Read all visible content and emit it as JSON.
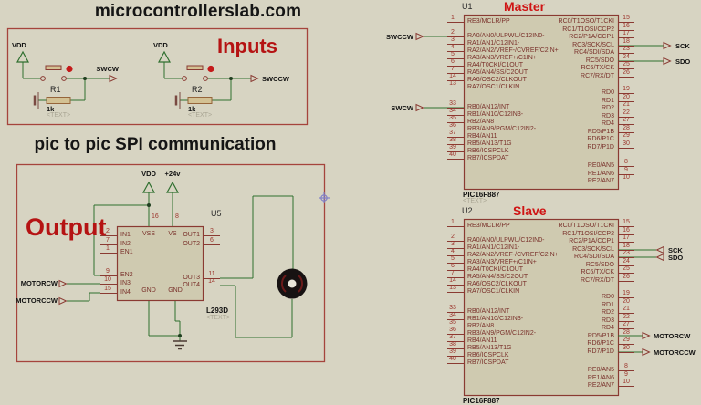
{
  "header": {
    "site_title": "microcontrollerslab.com",
    "section_title": "pic to pic SPI communication"
  },
  "inputs_box": {
    "title": "Inputs",
    "switches": [
      {
        "power": "VDD",
        "terminal": "SWCW",
        "ref": "R1",
        "value": "1k",
        "placeholder": "<TEXT>"
      },
      {
        "power": "VDD",
        "terminal": "SWCCW",
        "ref": "R2",
        "value": "1k",
        "placeholder": "<TEXT>"
      }
    ]
  },
  "output_box": {
    "title": "Output",
    "terminals": [
      {
        "label": "MOTORCW"
      },
      {
        "label": "MOTORCCW"
      }
    ],
    "driver": {
      "ref": "U5",
      "part": "L293D",
      "placeholder": "<TEXT>",
      "top_pins": [
        {
          "num": "16",
          "name": "VSS",
          "power": "VDD"
        },
        {
          "num": "8",
          "name": "VS",
          "power": "+24v"
        }
      ],
      "left_pins": [
        {
          "num": "2",
          "name": "IN1"
        },
        {
          "num": "7",
          "name": "IN2"
        },
        {
          "num": "1",
          "name": "EN1"
        },
        {
          "num": "9",
          "name": "EN2"
        },
        {
          "num": "10",
          "name": "IN3"
        },
        {
          "num": "15",
          "name": "IN4"
        }
      ],
      "right_pins": [
        {
          "num": "3",
          "name": "OUT1"
        },
        {
          "num": "6",
          "name": "OUT2"
        },
        {
          "num": "11",
          "name": "OUT3"
        },
        {
          "num": "14",
          "name": "OUT4"
        }
      ],
      "bottom_pins": [
        {
          "name": "GND"
        },
        {
          "name": "GND"
        }
      ]
    }
  },
  "pic_pinout": {
    "left": [
      [
        {
          "n": "1",
          "t": "RE3/MCLR/PP"
        }
      ],
      [
        {
          "n": "2",
          "t": "RA0/AN0/ULPWU/C12IN0-"
        },
        {
          "n": "3",
          "t": "RA1/AN1/C12IN1-"
        },
        {
          "n": "4",
          "t": "RA2/AN2/VREF-/CVREF/C2IN+"
        },
        {
          "n": "5",
          "t": "RA3/AN3/VREF+/C1IN+"
        },
        {
          "n": "6",
          "t": "RA4/T0CKI/C1OUT"
        },
        {
          "n": "7",
          "t": "RA5/AN4/SS/C2OUT"
        },
        {
          "n": "14",
          "t": "RA6/OSC2/CLKOUT"
        },
        {
          "n": "13",
          "t": "RA7/OSC1/CLKIN"
        }
      ],
      [
        {
          "n": "33",
          "t": "RB0/AN12/INT"
        },
        {
          "n": "34",
          "t": "RB1/AN10/C12IN3-"
        },
        {
          "n": "35",
          "t": "RB2/AN8"
        },
        {
          "n": "36",
          "t": "RB3/AN9/PGM/C12IN2-"
        },
        {
          "n": "37",
          "t": "RB4/AN11"
        },
        {
          "n": "38",
          "t": "RB5/AN13/T1G"
        },
        {
          "n": "39",
          "t": "RB6/ICSPCLK"
        },
        {
          "n": "40",
          "t": "RB7/ICSPDAT"
        }
      ]
    ],
    "right": [
      [
        {
          "n": "15",
          "t": "RC0/T1OSO/T1CKI"
        },
        {
          "n": "16",
          "t": "RC1/T1OSI/CCP2"
        },
        {
          "n": "17",
          "t": "RC2/P1A/CCP1"
        },
        {
          "n": "18",
          "t": "RC3/SCK/SCL"
        },
        {
          "n": "23",
          "t": "RC4/SDI/SDA"
        },
        {
          "n": "24",
          "t": "RC5/SDO"
        },
        {
          "n": "25",
          "t": "RC6/TX/CK"
        },
        {
          "n": "26",
          "t": "RC7/RX/DT"
        }
      ],
      [
        {
          "n": "19",
          "t": "RD0"
        },
        {
          "n": "20",
          "t": "RD1"
        },
        {
          "n": "21",
          "t": "RD2"
        },
        {
          "n": "22",
          "t": "RD3"
        },
        {
          "n": "27",
          "t": "RD4"
        },
        {
          "n": "28",
          "t": "RD5/P1B"
        },
        {
          "n": "29",
          "t": "RD6/P1C"
        },
        {
          "n": "30",
          "t": "RD7/P1D"
        }
      ],
      [
        {
          "n": "8",
          "t": "RE0/AN5"
        },
        {
          "n": "9",
          "t": "RE1/AN6"
        },
        {
          "n": "10",
          "t": "RE2/AN7"
        }
      ]
    ]
  },
  "master": {
    "ref": "U1",
    "title": "Master",
    "part": "PIC16F887",
    "placeholder": "<TEXT>",
    "left_terminals": [
      {
        "label": "SWCCW",
        "pin": "2"
      },
      {
        "label": "SWCW",
        "pin": "33"
      }
    ],
    "right_terminals": [
      {
        "label": "SCK",
        "pin": "18"
      },
      {
        "label": "SDO",
        "pin": "24"
      }
    ]
  },
  "slave": {
    "ref": "U2",
    "title": "Slave",
    "part": "PIC16F887",
    "right_terminals": [
      {
        "label": "SCK",
        "pin": "18"
      },
      {
        "label": "SDO",
        "pin": "23"
      },
      {
        "label": "MOTORCW",
        "pin": "28"
      },
      {
        "label": "MOTORCCW",
        "pin": "30"
      }
    ]
  },
  "colors": {
    "background": "#d7d4c2",
    "wire_green": "#2f6f2f",
    "component_outline": "#8a3a32",
    "chip_fill": "#cfcab0",
    "accent_red": "#b51313",
    "box_border": "#a5443c",
    "button_dot_red": "#c41a1a",
    "ghost_text": "#a9a593"
  }
}
